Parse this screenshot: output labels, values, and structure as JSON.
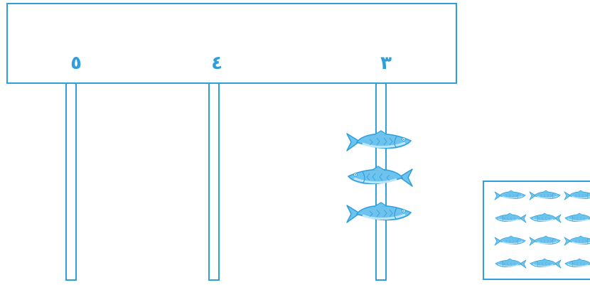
{
  "board": {
    "labels": [
      {
        "id": "pole-5",
        "text": "٥"
      },
      {
        "id": "pole-4",
        "text": "٤"
      },
      {
        "id": "pole-3",
        "text": "٣"
      }
    ]
  },
  "colors": {
    "outline": "#2d9fdc",
    "fish_fill": "#6ec3ee",
    "fish_light": "#bfe6f8"
  },
  "poles": {
    "pole-3": {
      "fish_count": 3
    },
    "pole-4": {
      "fish_count": 0
    },
    "pole-5": {
      "fish_count": 0
    }
  },
  "fish_box": {
    "fish_count": 12,
    "rows": 4,
    "columns": 3
  },
  "icons": [
    "fish-icon"
  ]
}
